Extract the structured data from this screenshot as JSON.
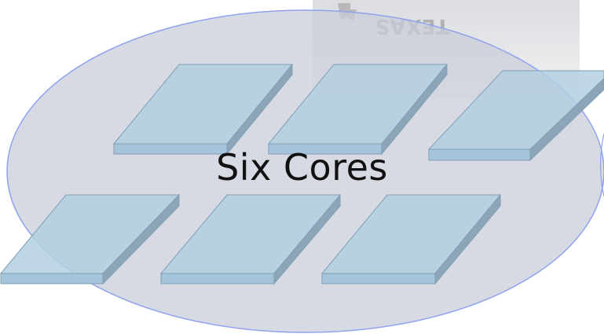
{
  "diagram": {
    "label": "Six Cores",
    "logo_text": "TEXAS",
    "core_count": 6,
    "colors": {
      "ellipse_fill": "#c9ccd8",
      "ellipse_stroke": "#8fa3ec",
      "core_top": "#b3cfe0",
      "core_front": "#a6c4d9",
      "core_side": "#8ca6b8",
      "core_stroke": "#6c8fa6",
      "background_chip": "#e6e7e9"
    }
  }
}
